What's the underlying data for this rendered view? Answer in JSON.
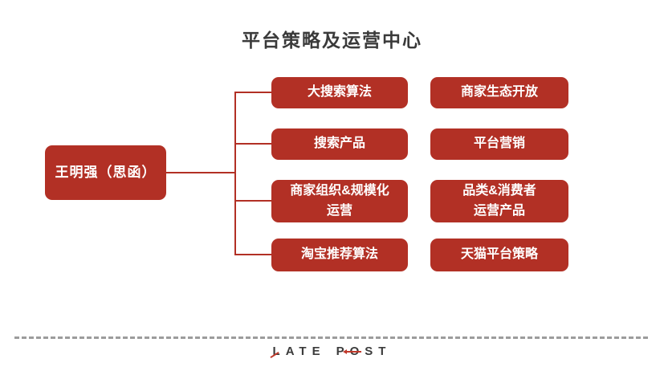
{
  "title": "平台策略及运营中心",
  "root": {
    "label": "王明强（思函）"
  },
  "column1": [
    {
      "lines": [
        "大搜索算法"
      ]
    },
    {
      "lines": [
        "搜索产品"
      ]
    },
    {
      "lines": [
        "商家组织&规模化",
        "运营"
      ]
    },
    {
      "lines": [
        "淘宝推荐算法"
      ]
    }
  ],
  "column2": [
    {
      "lines": [
        "商家生态开放"
      ]
    },
    {
      "lines": [
        "平台营销"
      ]
    },
    {
      "lines": [
        "品类&消费者",
        "运营产品"
      ]
    },
    {
      "lines": [
        "天猫平台策略"
      ]
    }
  ],
  "footer": {
    "logo": {
      "l": "L",
      "ate": "ATE",
      "p": "P",
      "o": "O",
      "st": "ST"
    }
  },
  "colors": {
    "node_red": "#b23025",
    "accent_red": "#c0392b",
    "title_text": "#3a3a3a",
    "logo_text": "#3b3b3b",
    "dash_gray": "#9c9c9c",
    "background": "#ffffff"
  }
}
